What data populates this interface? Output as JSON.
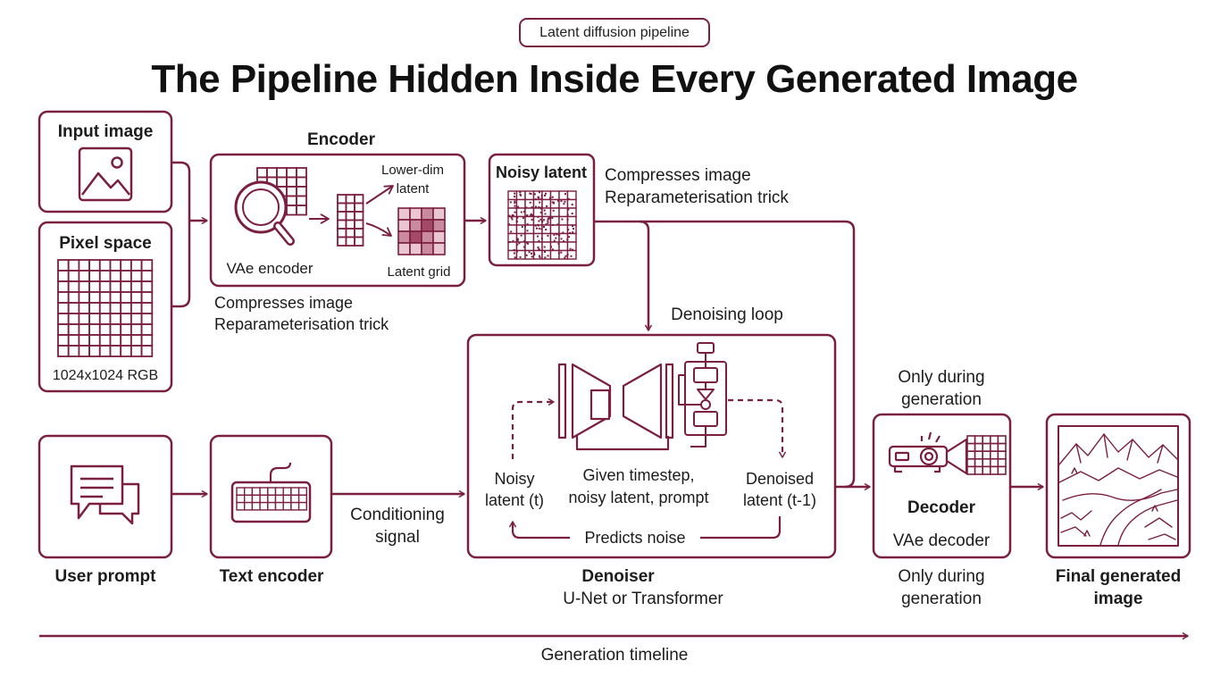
{
  "badge": "Latent diffusion pipeline",
  "title": "The Pipeline Hidden Inside Every Generated Image",
  "input_image": {
    "label": "Input image"
  },
  "pixel_space": {
    "label": "Pixel space",
    "resolution": "1024x1024 RGB"
  },
  "encoder": {
    "title": "Encoder",
    "vae_label": "VAe encoder",
    "lowerdim_line1": "Lower-dim",
    "lowerdim_line2": "latent",
    "grid_label": "Latent grid",
    "caption_line1": "Compresses image",
    "caption_line2": "Reparameterisation trick"
  },
  "noisy_latent": {
    "label": "Noisy latent",
    "caption_line1": "Compresses image",
    "caption_line2": "Reparameterisation  trick"
  },
  "denoising_loop_label": "Denoising loop",
  "denoiser": {
    "noisy_line1": "Noisy",
    "noisy_line2": "latent (t)",
    "given_line1": "Given timestep,",
    "given_line2": "noisy latent, prompt",
    "denoised_line1": "Denoised",
    "denoised_line2": "latent (t-1)",
    "predicts": "Predicts noise",
    "title": "Denoiser",
    "subtitle": "U-Net or Transformer"
  },
  "user_prompt": {
    "label": "User prompt"
  },
  "text_encoder": {
    "label": "Text encoder"
  },
  "conditioning": {
    "line1": "Conditioning",
    "line2": "signal"
  },
  "decoder": {
    "top_line1": "Only during",
    "top_line2": "generation",
    "title": "Decoder",
    "vae_label": "VAe decoder",
    "bottom_line1": "Only during",
    "bottom_line2": "generation"
  },
  "final_image": {
    "line1": "Final generated",
    "line2": "image"
  },
  "timeline": {
    "label": "Generation timeline"
  },
  "colors": {
    "accent": "#7a1f3d",
    "fill_light": "#e9c6d1",
    "fill_mid": "#c98aa0",
    "fill_dark": "#a24a68"
  }
}
